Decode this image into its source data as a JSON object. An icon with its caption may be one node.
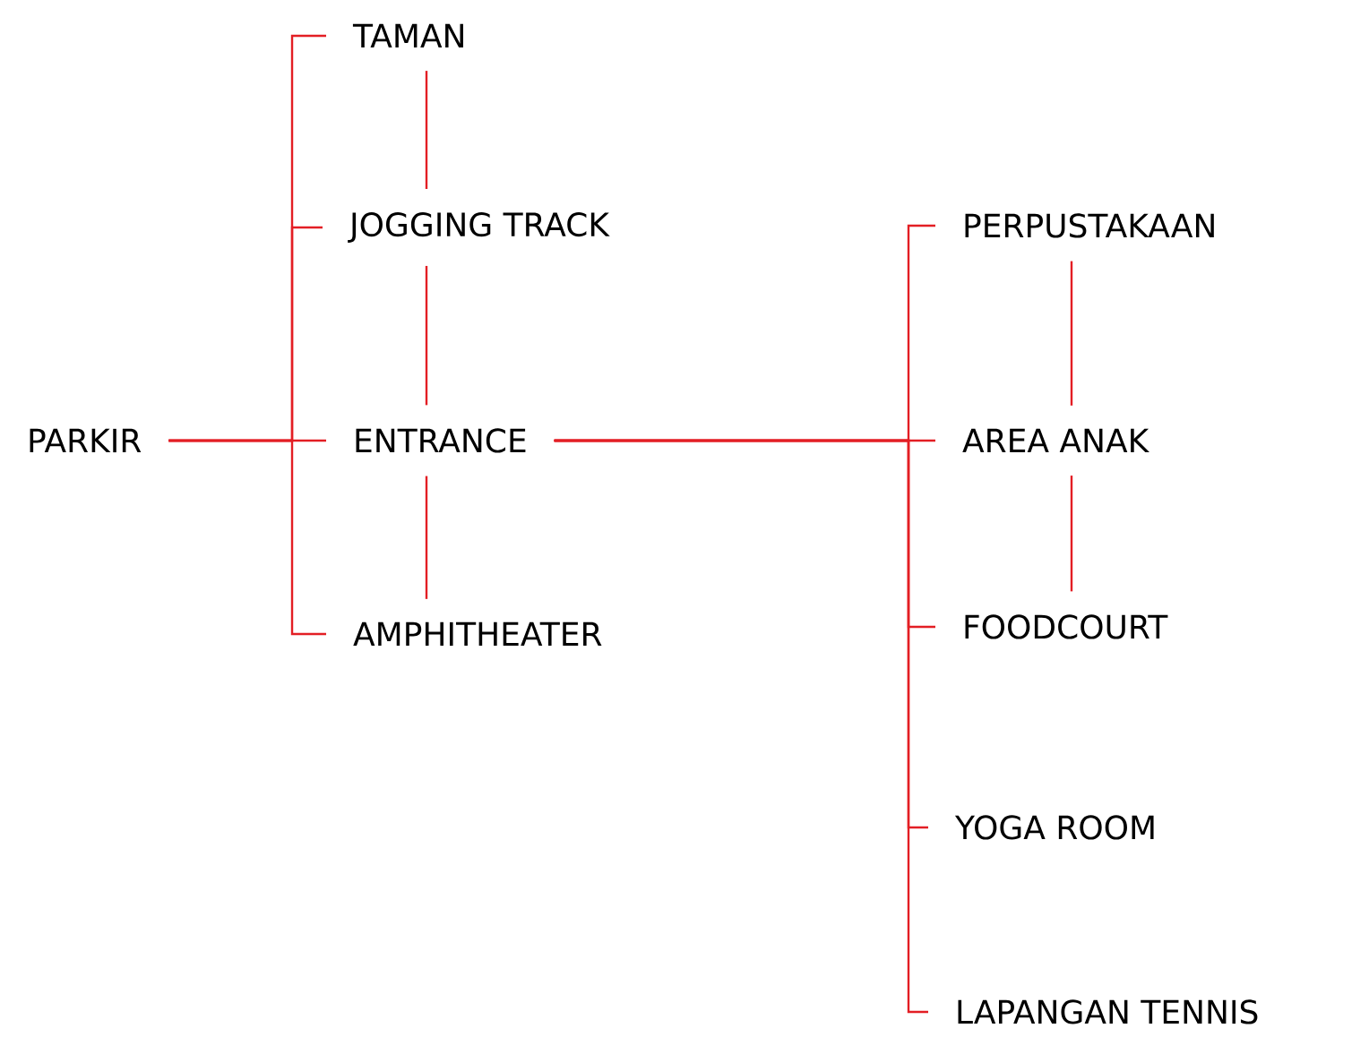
{
  "diagram": {
    "nodes": [
      {
        "text": [
          "PARKIR"
        ]
      },
      {
        "text": [
          "TAMAN"
        ]
      },
      {
        "text": [
          "JOGGING TRACK"
        ]
      },
      {
        "text": [
          "ENTRANCE"
        ]
      },
      {
        "text": [
          "AMPHITHEATER"
        ]
      },
      {
        "text": [
          "PERPUSTAKAAN"
        ]
      },
      {
        "text": [
          "AREA ANAK"
        ]
      },
      {
        "text": [
          "FOODCOURT"
        ]
      },
      {
        "text": [
          "YOGA ROOM"
        ]
      },
      {
        "text": [
          "LAPANGAN TENNIS"
        ]
      }
    ],
    "edges": [
      {
        "from": 0,
        "to": 1,
        "arrow": "none"
      },
      {
        "from": 0,
        "to": 2,
        "arrow": "none"
      },
      {
        "from": 0,
        "to": 3,
        "arrow": "none"
      },
      {
        "from": 0,
        "to": 4,
        "arrow": "none"
      },
      {
        "from": 1,
        "to": 2,
        "arrow": "none"
      },
      {
        "from": 2,
        "to": 3,
        "arrow": "none"
      },
      {
        "from": 3,
        "to": 4,
        "arrow": "none"
      },
      {
        "from": 3,
        "to": 5,
        "arrow": "none"
      },
      {
        "from": 3,
        "to": 6,
        "arrow": "none"
      },
      {
        "from": 3,
        "to": 7,
        "arrow": "none"
      },
      {
        "from": 3,
        "to": 8,
        "arrow": "none"
      },
      {
        "from": 3,
        "to": 9,
        "arrow": "none"
      },
      {
        "from": 5,
        "to": 6,
        "arrow": "none"
      },
      {
        "from": 6,
        "to": 7,
        "arrow": "none"
      }
    ]
  }
}
